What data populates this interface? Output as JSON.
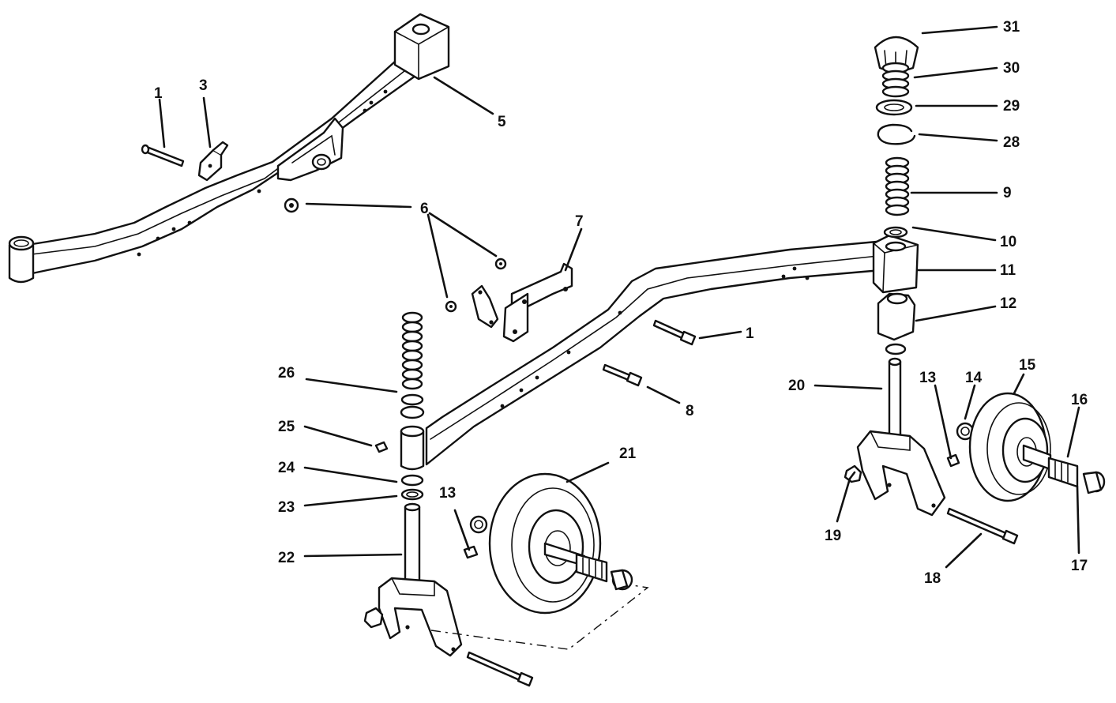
{
  "callouts": [
    {
      "id": "c1a",
      "text": "1"
    },
    {
      "id": "c3",
      "text": "3"
    },
    {
      "id": "c5",
      "text": "5"
    },
    {
      "id": "c6",
      "text": "6"
    },
    {
      "id": "c7",
      "text": "7"
    },
    {
      "id": "c1b",
      "text": "1"
    },
    {
      "id": "c8",
      "text": "8"
    },
    {
      "id": "c26",
      "text": "26"
    },
    {
      "id": "c25",
      "text": "25"
    },
    {
      "id": "c24",
      "text": "24"
    },
    {
      "id": "c23",
      "text": "23"
    },
    {
      "id": "c22",
      "text": "22"
    },
    {
      "id": "c13a",
      "text": "13"
    },
    {
      "id": "c21",
      "text": "21"
    },
    {
      "id": "c31",
      "text": "31"
    },
    {
      "id": "c30",
      "text": "30"
    },
    {
      "id": "c29",
      "text": "29"
    },
    {
      "id": "c28",
      "text": "28"
    },
    {
      "id": "c9",
      "text": "9"
    },
    {
      "id": "c10",
      "text": "10"
    },
    {
      "id": "c11",
      "text": "11"
    },
    {
      "id": "c12",
      "text": "12"
    },
    {
      "id": "c20",
      "text": "20"
    },
    {
      "id": "c13b",
      "text": "13"
    },
    {
      "id": "c14",
      "text": "14"
    },
    {
      "id": "c15",
      "text": "15"
    },
    {
      "id": "c16",
      "text": "16"
    },
    {
      "id": "c17",
      "text": "17"
    },
    {
      "id": "c18",
      "text": "18"
    },
    {
      "id": "c19",
      "text": "19"
    }
  ]
}
